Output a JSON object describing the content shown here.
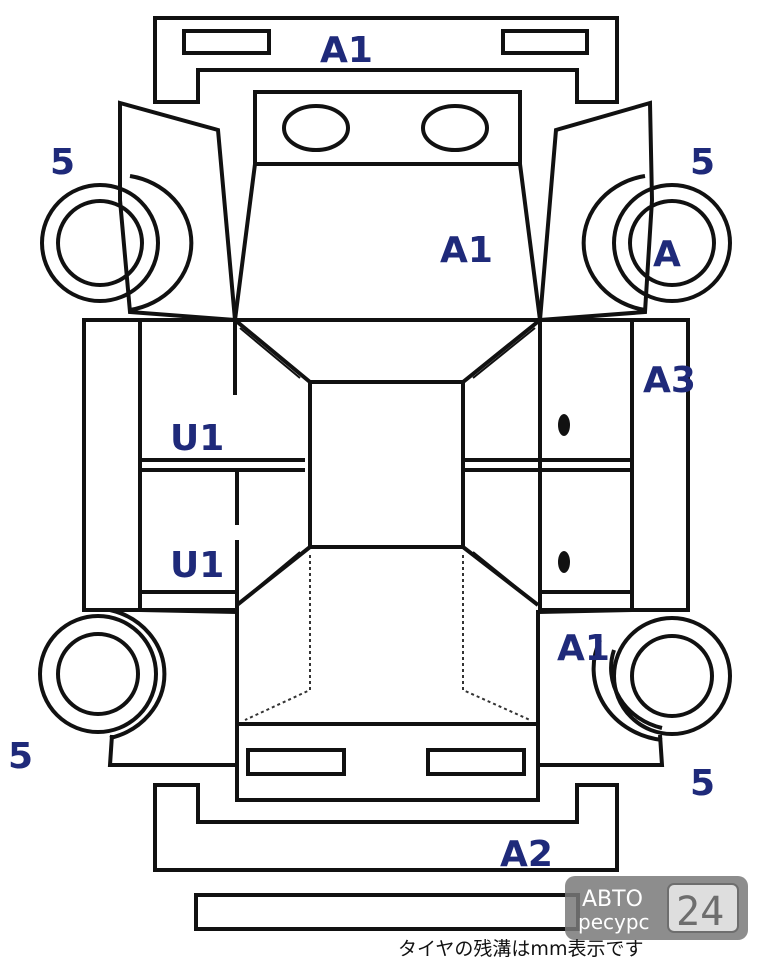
{
  "colors": {
    "label": "#1f2a7a",
    "line": "#111111",
    "watermark": "#7a7a7a"
  },
  "damage_codes": {
    "front_bumper": "A1",
    "hood": "A1",
    "front_left_tire": "5",
    "front_right_tire": "5",
    "front_right_wheel": "A",
    "right_front_door": "A3",
    "left_front_door": "U1",
    "left_rear_door": "U1",
    "right_rear_fender": "A1",
    "rear_left_tire": "5",
    "rear_right_tire": "5",
    "rear_bumper": "A2"
  },
  "note": "タイヤの残溝はmm表示です",
  "watermark": {
    "line1": "АВТО",
    "line2": "ресурс",
    "digits": "24"
  }
}
